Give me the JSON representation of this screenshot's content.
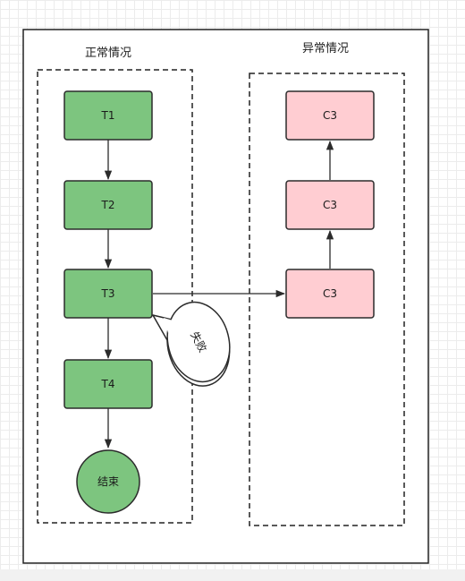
{
  "groups": {
    "normal": {
      "label": "正常情况"
    },
    "exception": {
      "label": "异常情况"
    }
  },
  "nodes": {
    "t1": {
      "label": "T1"
    },
    "t2": {
      "label": "T2"
    },
    "t3": {
      "label": "T3"
    },
    "t4": {
      "label": "T4"
    },
    "end": {
      "label": "结束"
    },
    "c3_bottom": {
      "label": "C3"
    },
    "c3_middle": {
      "label": "C3"
    },
    "c3_top": {
      "label": "C3"
    }
  },
  "callout": {
    "label": "失败"
  },
  "colors": {
    "normal_fill": "#7dc57f",
    "exception_fill": "#ffcdd2",
    "stroke": "#2b2b2b"
  }
}
